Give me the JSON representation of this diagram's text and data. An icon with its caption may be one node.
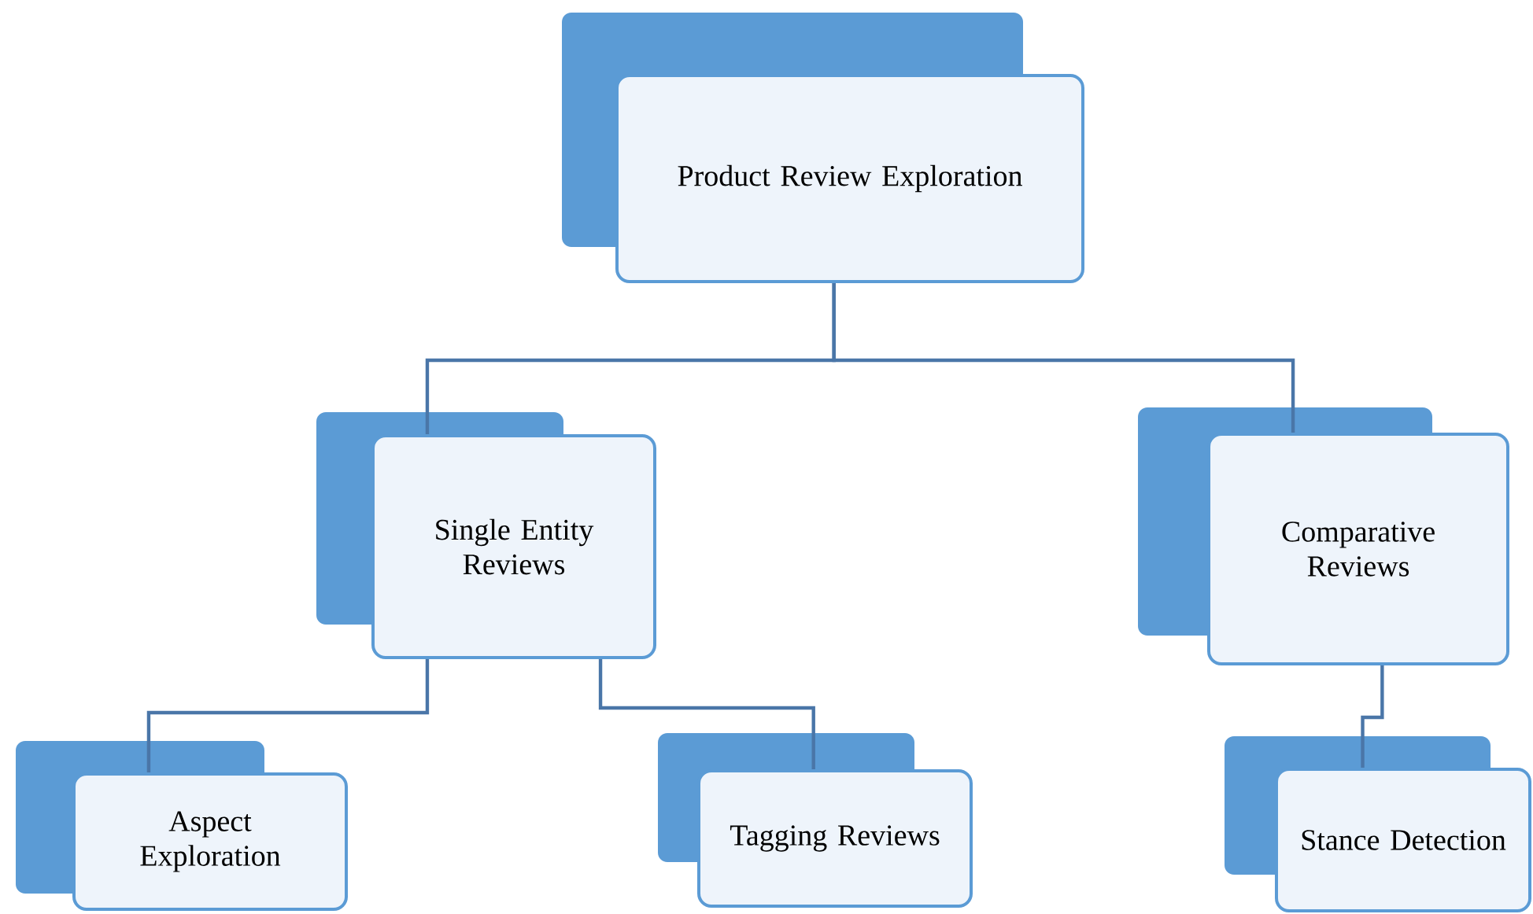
{
  "diagram": {
    "nodes": [
      {
        "text": [
          "Product Review Exploration"
        ]
      },
      {
        "text": [
          "Single Entity Reviews"
        ]
      },
      {
        "text": [
          "Comparative Reviews"
        ]
      },
      {
        "text": [
          "Aspect Exploration"
        ]
      },
      {
        "text": [
          "Tagging Reviews"
        ]
      },
      {
        "text": [
          "Stance Detection"
        ]
      }
    ],
    "edges": [
      {
        "from": 0,
        "to": 1,
        "arrow": "none"
      },
      {
        "from": 0,
        "to": 2,
        "arrow": "none"
      },
      {
        "from": 1,
        "to": 3,
        "arrow": "none"
      },
      {
        "from": 1,
        "to": 4,
        "arrow": "none"
      },
      {
        "from": 2,
        "to": 5,
        "arrow": "none"
      }
    ]
  }
}
